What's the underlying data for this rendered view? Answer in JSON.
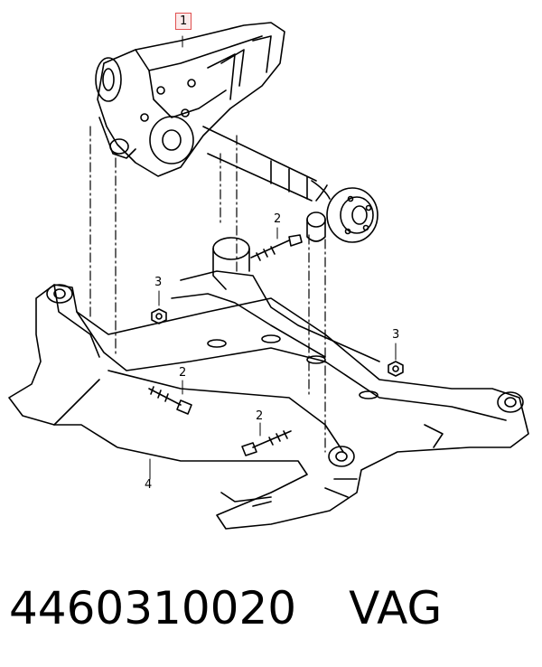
{
  "callouts": {
    "c1": "1",
    "c2a": "2",
    "c2b": "2",
    "c2c": "2",
    "c3a": "3",
    "c3b": "3",
    "c4": "4"
  },
  "caption": {
    "part_number": "4460310020",
    "brand": "VAG"
  },
  "colors": {
    "line": "#000000",
    "highlight_border": "#e05050",
    "highlight_fill": "#fbeaea"
  }
}
